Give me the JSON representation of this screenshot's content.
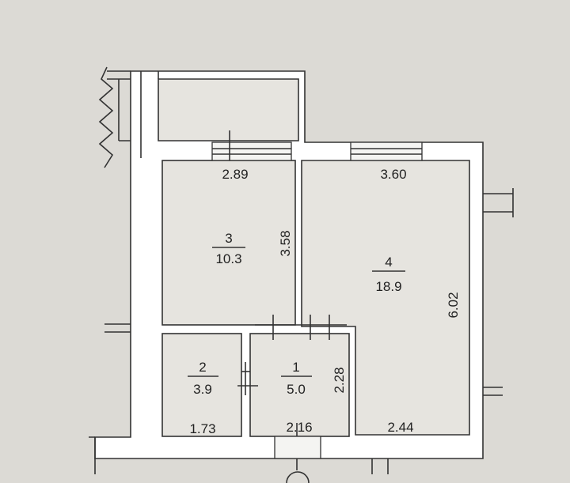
{
  "rooms": [
    {
      "number": "1",
      "area": "5.0"
    },
    {
      "number": "2",
      "area": "3.9"
    },
    {
      "number": "3",
      "area": "10.3"
    },
    {
      "number": "4",
      "area": "18.9"
    }
  ],
  "dimensions": {
    "room3_width": "2.89",
    "room3_depth": "3.58",
    "room4_width": "3.60",
    "room4_depth": "6.02",
    "room4_bottom_width": "2.44",
    "room1_width": "2.16",
    "room1_depth": "2.28",
    "room2_width": "1.73"
  },
  "colors": {
    "paper": "#dcdad5",
    "wall_fill": "#ffffff",
    "room_fill": "#e6e4df",
    "line": "#333333"
  }
}
